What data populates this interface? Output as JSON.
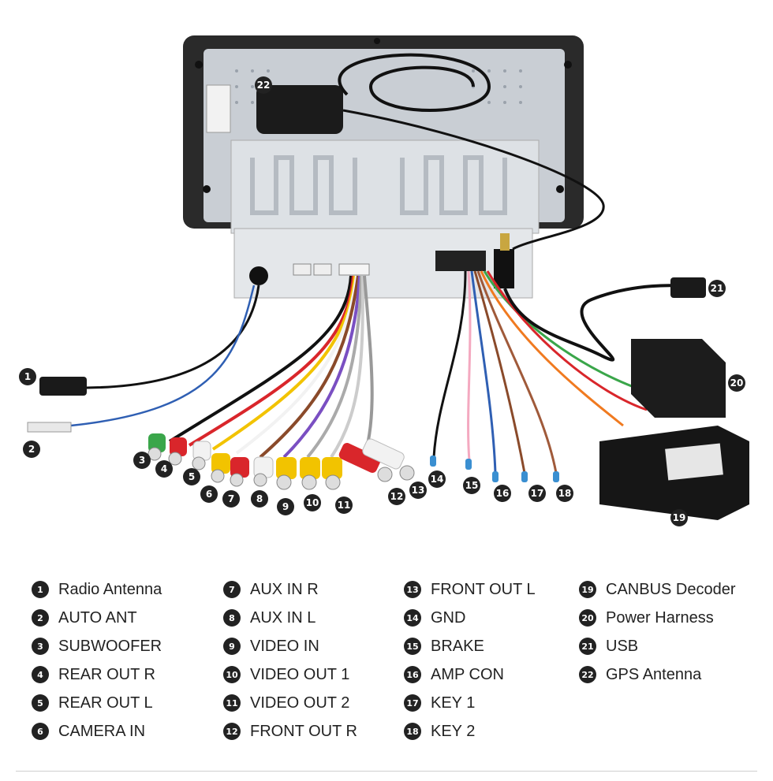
{
  "legend": [
    {
      "num": "1",
      "label": "Radio Antenna"
    },
    {
      "num": "2",
      "label": "AUTO ANT"
    },
    {
      "num": "3",
      "label": "SUBWOOFER"
    },
    {
      "num": "4",
      "label": "REAR OUT R"
    },
    {
      "num": "5",
      "label": "REAR OUT L"
    },
    {
      "num": "6",
      "label": "CAMERA IN"
    },
    {
      "num": "7",
      "label": "AUX IN R"
    },
    {
      "num": "8",
      "label": "AUX IN L"
    },
    {
      "num": "9",
      "label": "VIDEO IN"
    },
    {
      "num": "10",
      "label": "VIDEO OUT 1"
    },
    {
      "num": "11",
      "label": "VIDEO OUT 2"
    },
    {
      "num": "12",
      "label": "FRONT OUT R"
    },
    {
      "num": "13",
      "label": "FRONT OUT L"
    },
    {
      "num": "14",
      "label": "GND"
    },
    {
      "num": "15",
      "label": "BRAKE"
    },
    {
      "num": "16",
      "label": "AMP CON"
    },
    {
      "num": "17",
      "label": "KEY 1"
    },
    {
      "num": "18",
      "label": "KEY 2"
    },
    {
      "num": "19",
      "label": "CANBUS Decoder"
    },
    {
      "num": "20",
      "label": "Power Harness"
    },
    {
      "num": "21",
      "label": "USB"
    },
    {
      "num": "22",
      "label": "GPS Antenna"
    }
  ],
  "colors": {
    "badge": "#222222",
    "unit_frame": "#2a2a2a",
    "unit_panel": "#c9ced4",
    "wire_red": "#d9262b",
    "wire_yellow": "#f2c300",
    "wire_white": "#f2f2f2",
    "wire_blue": "#2f5fb3",
    "wire_pink": "#f4a9c0",
    "wire_orange": "#f07a20",
    "wire_green": "#3aa64a",
    "wire_brown": "#8a4a2a"
  }
}
